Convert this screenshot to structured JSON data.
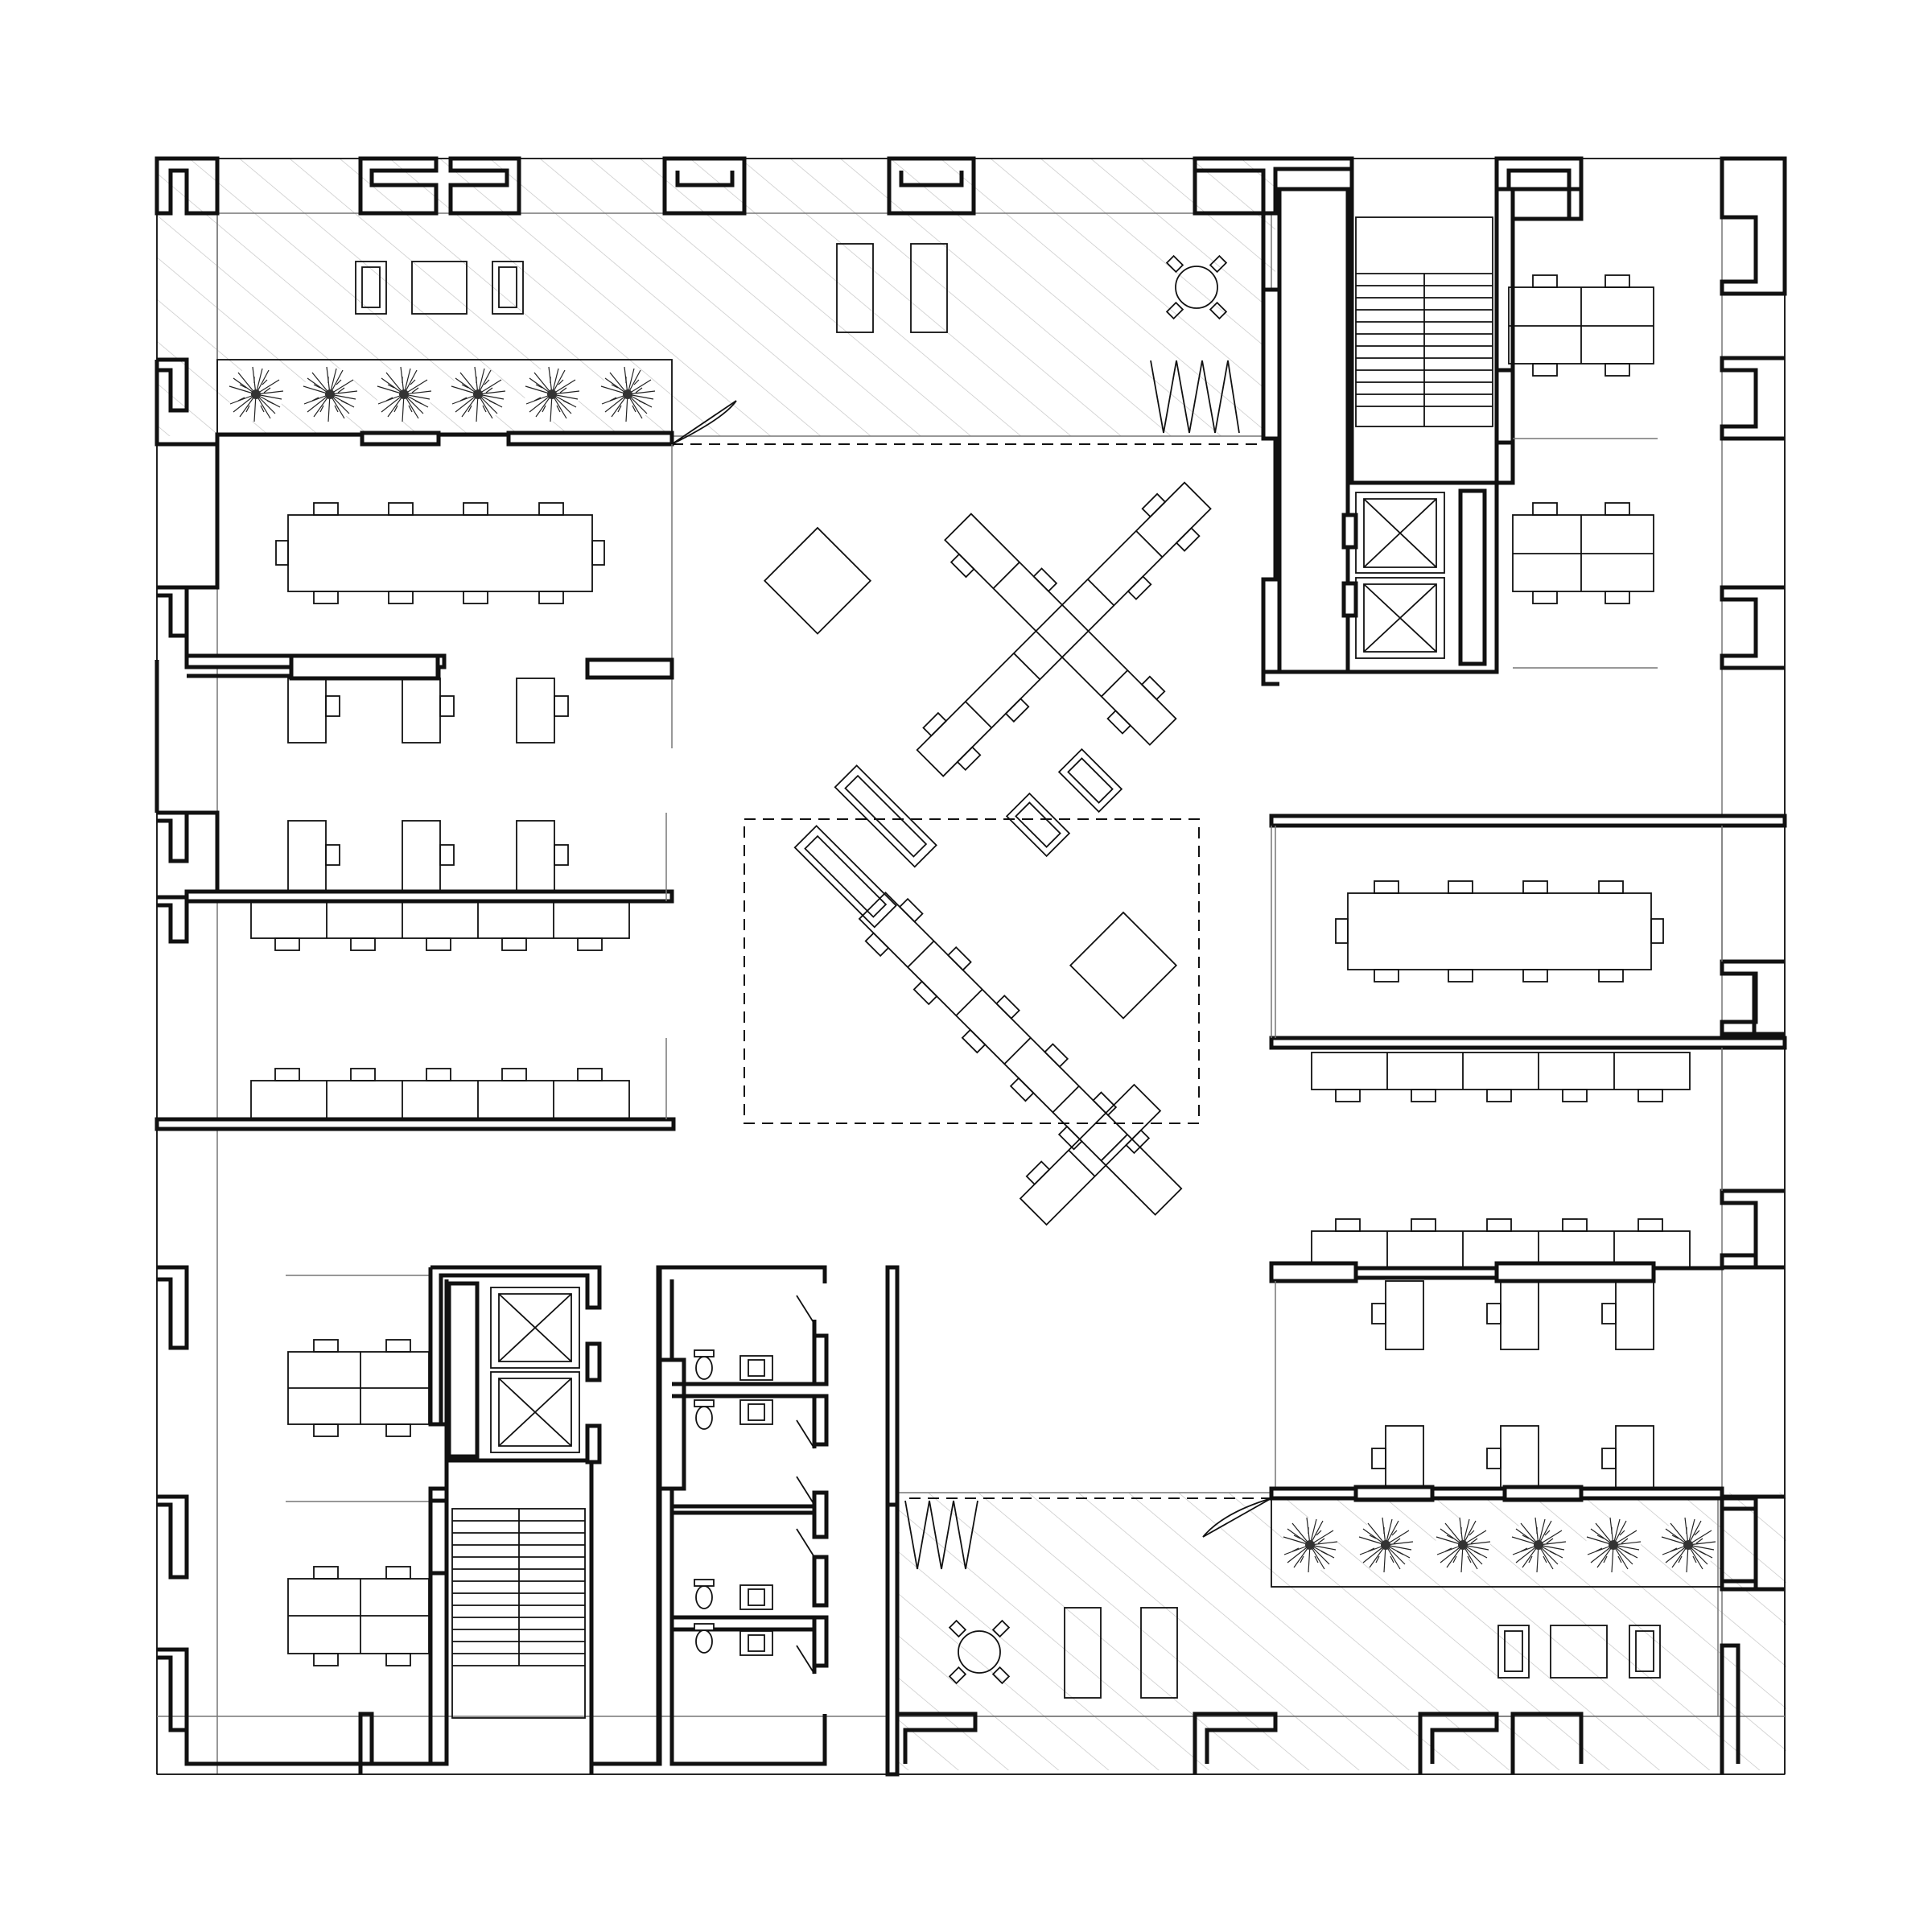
{
  "colors": {
    "background": "#ffffff",
    "wall": "#111111",
    "hatch": "#bdbdbd",
    "glazing": "#777777"
  },
  "elements": {
    "building_outline": "exterior-wall",
    "terraces": [
      "north-terrace",
      "south-terrace"
    ],
    "cores": [
      "north-east-core",
      "south-west-core"
    ],
    "rooms": [
      "north-west-meeting-room",
      "west-open-offices",
      "east-meeting-room",
      "east-open-offices",
      "north-east-offices",
      "south-west-offices",
      "restrooms"
    ],
    "open_space": "central-atrium",
    "planters": [
      "north-planter",
      "south-planter"
    ]
  }
}
